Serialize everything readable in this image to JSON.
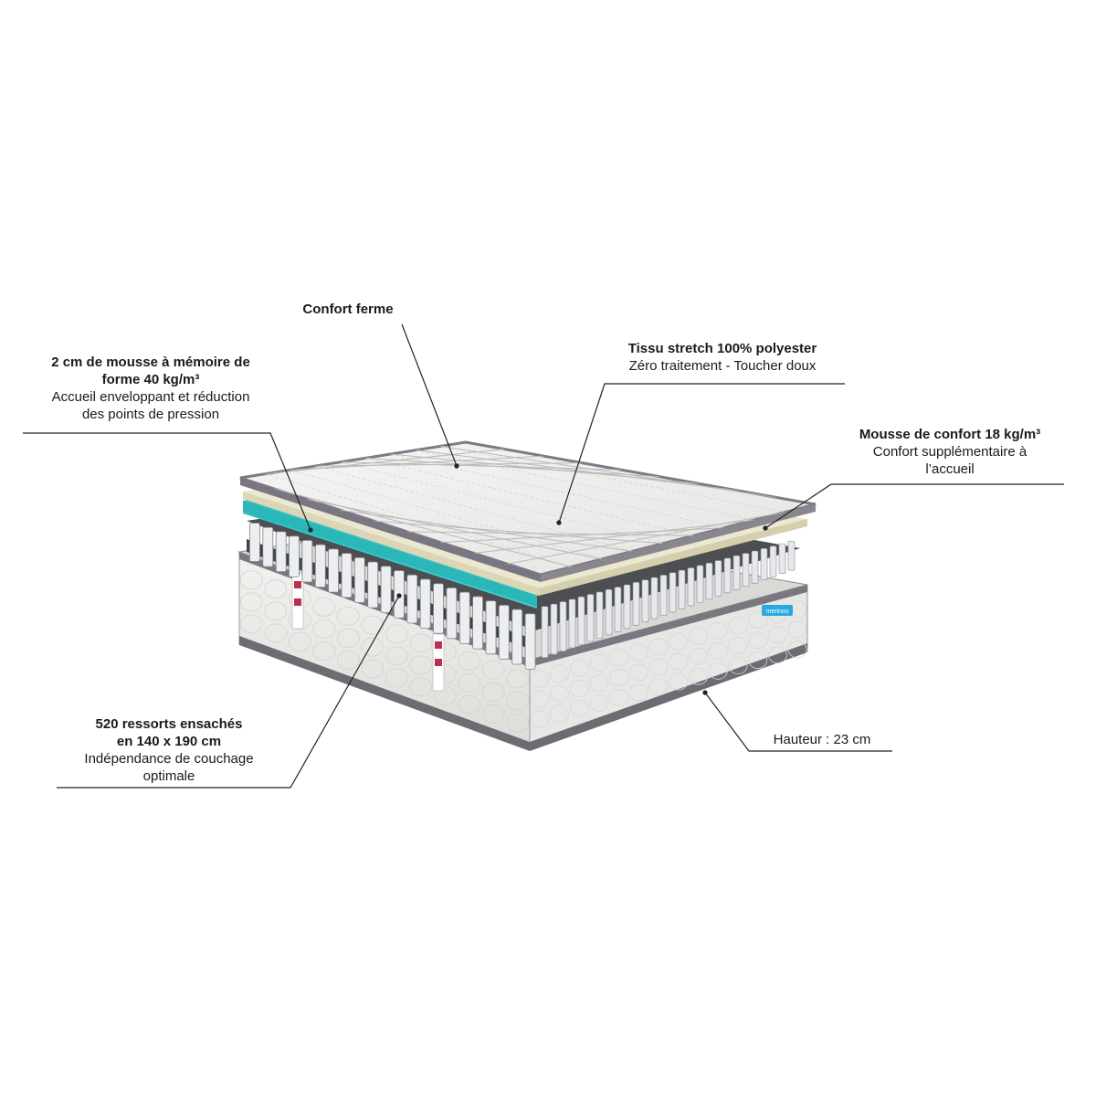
{
  "brand_badge": "merinos",
  "colors": {
    "teal_foam": "#3dc8c9",
    "memory_foam": "#e8e3c9",
    "cover": "#f1f1f0",
    "border": "#76737b",
    "springs": "#e9eaec",
    "spring_gap": "#5b5d61",
    "base": "#eeeeec",
    "label_red": "#b8324f",
    "badge_blue": "#2aa9e0",
    "leader_line": "#222222"
  },
  "callouts": {
    "confort": {
      "title": "Confort ferme",
      "desc": ""
    },
    "memory": {
      "title_lines": [
        "2 cm de mousse à mémoire de",
        "forme 40 kg/m³"
      ],
      "desc_lines": [
        "Accueil enveloppant et réduction",
        "des points de pression"
      ]
    },
    "tissu": {
      "title": "Tissu stretch 100% polyester",
      "desc": "Zéro traitement - Toucher doux"
    },
    "mousse": {
      "title": "Mousse de confort 18 kg/m³",
      "desc_lines": [
        "Confort supplémentaire à",
        "l’accueil"
      ]
    },
    "ressorts": {
      "title_lines": [
        "520 ressorts ensachés",
        "en 140 x 190 cm"
      ],
      "desc_lines": [
        "Indépendance de couchage",
        "optimale"
      ]
    },
    "hauteur": {
      "desc": "Hauteur : 23 cm"
    }
  }
}
